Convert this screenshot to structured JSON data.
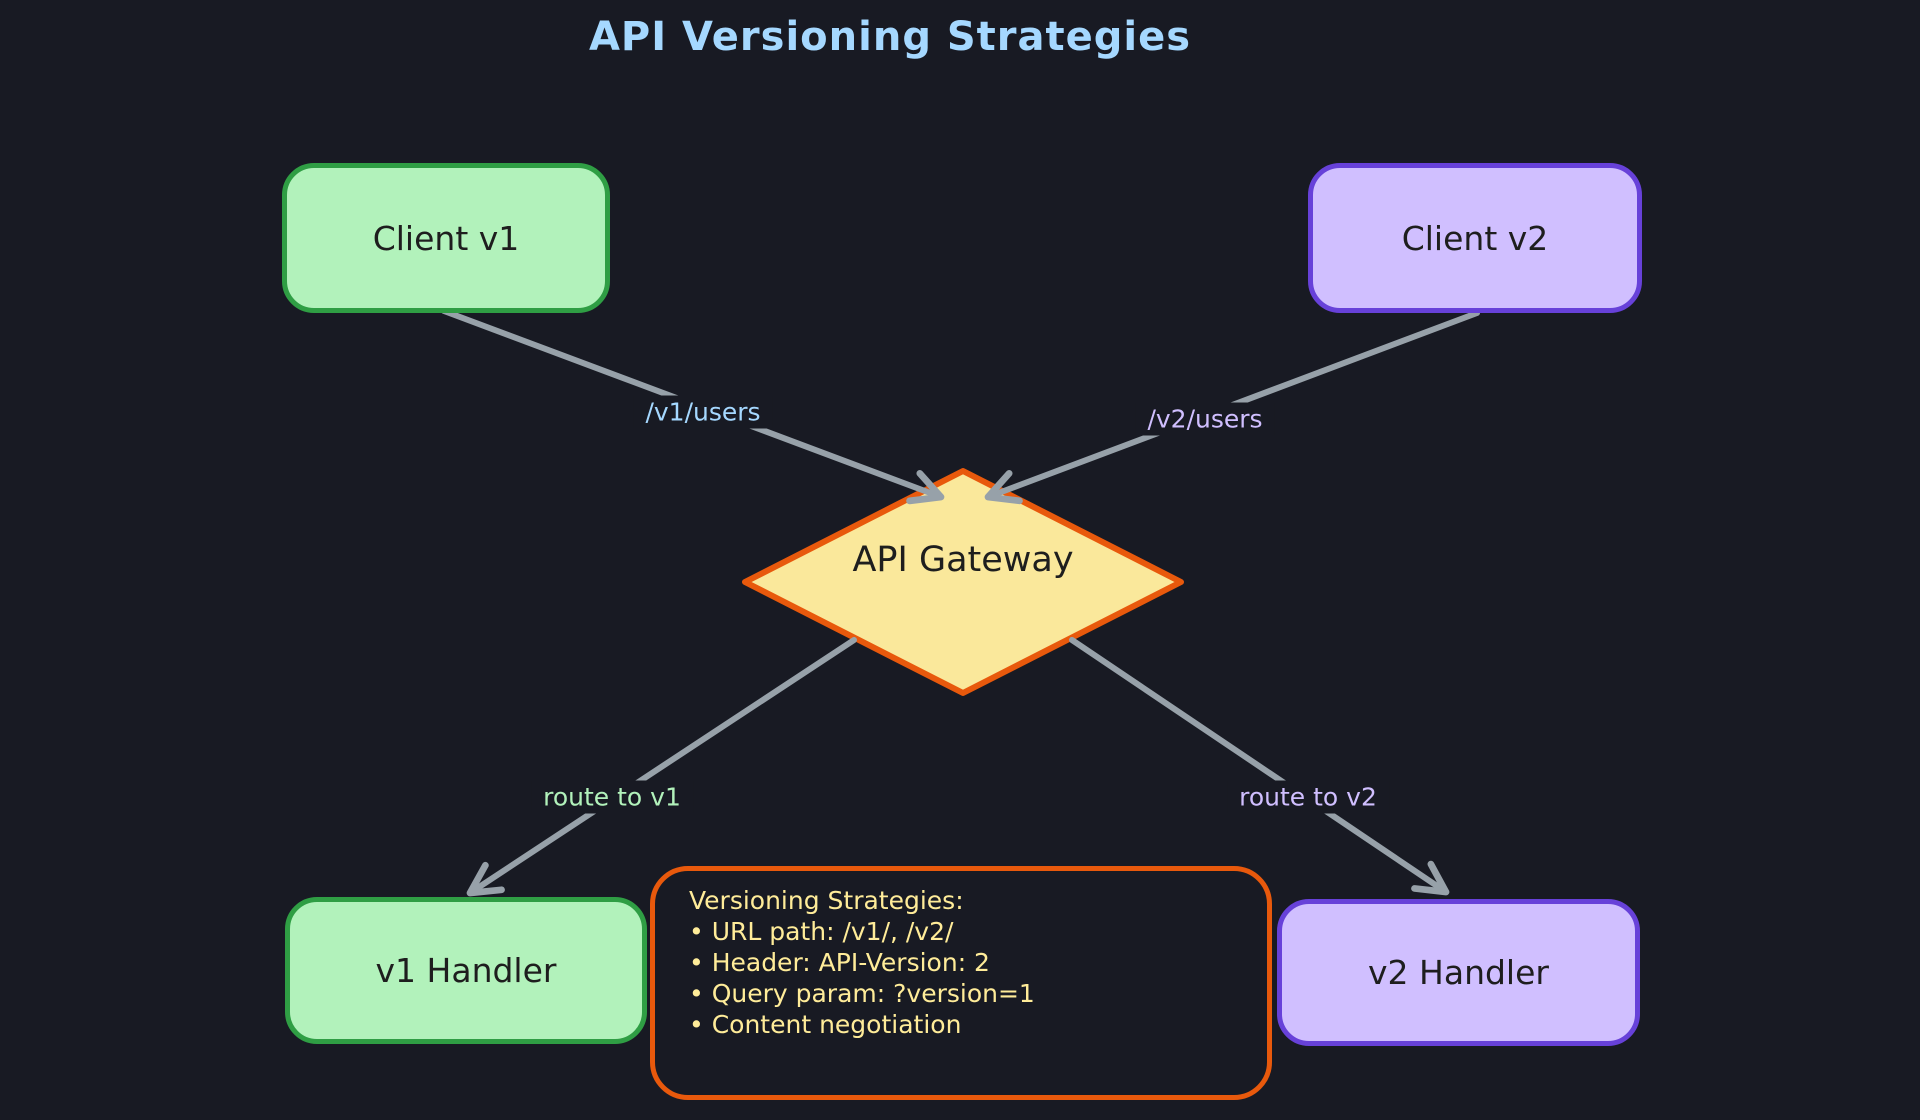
{
  "title": "API Versioning Strategies",
  "nodes": {
    "client_v1": {
      "label": "Client v1"
    },
    "client_v2": {
      "label": "Client v2"
    },
    "gateway": {
      "label": "API Gateway"
    },
    "v1_handler": {
      "label": "v1 Handler"
    },
    "v2_handler": {
      "label": "v2 Handler"
    }
  },
  "edges": {
    "v1_users": {
      "label": "/v1/users"
    },
    "v2_users": {
      "label": "/v2/users"
    },
    "route_v1": {
      "label": "route to v1"
    },
    "route_v2": {
      "label": "route to v2"
    }
  },
  "note": {
    "title": "Versioning Strategies:",
    "bullets": [
      "• URL path: /v1/, /v2/",
      "• Header: API-Version: 2",
      "• Query param: ?version=1",
      "• Content negotiation"
    ]
  },
  "colors": {
    "background": "#181a23",
    "green_fill": "#b2f2bb",
    "green_stroke": "#2f9e44",
    "violet_fill": "#d0bfff",
    "violet_stroke": "#6741d9",
    "yellow_fill": "#fae89b",
    "orange_stroke": "#e8590c",
    "arrow": "#97a1a9",
    "box_text": "#1e1e1e",
    "label_blue": "#a5d8ff",
    "label_violet": "#d0bfff",
    "label_green": "#b2f2bb",
    "note_text": "#ffec99"
  }
}
